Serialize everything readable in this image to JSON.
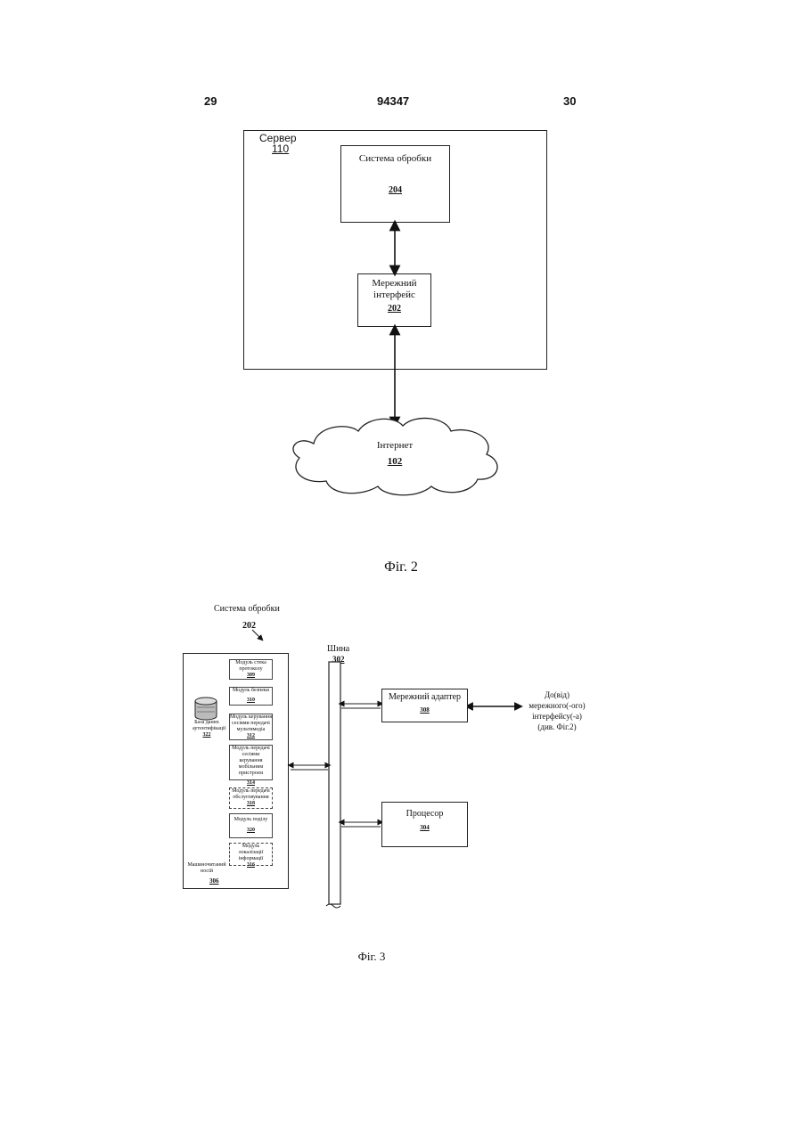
{
  "header": {
    "left": "29",
    "center": "94347",
    "right": "30"
  },
  "fig2": {
    "server_label": "Сервер",
    "server_num": "110",
    "processing_label": "Система обробки",
    "processing_num": "204",
    "netif_line1": "Мережний",
    "netif_line2": "інтерфейс",
    "netif_num": "202",
    "internet_label": "Інтернет",
    "internet_num": "102",
    "caption": "Фіг. 2"
  },
  "fig3": {
    "system_label": "Система обробки",
    "system_num": "202",
    "bus_label": "Шина",
    "bus_num": "302",
    "db_label_line1": "База даних",
    "db_label_line2": "аутентифікації",
    "db_num": "322",
    "modules": [
      {
        "label": "Модуль стека протоколу",
        "num": "309"
      },
      {
        "label": "Модуль безпеки",
        "num": "310"
      },
      {
        "label": "Модуль керування сесіями передачі мультимедіа",
        "num": "312"
      },
      {
        "label": "Модуль передачі сесіями керування мобільним пристроєм",
        "num": "314"
      },
      {
        "label": "Модуль передачі обслуговування",
        "num": "318"
      },
      {
        "label": "Модуль поділу",
        "num": "320"
      },
      {
        "label": "Модуль локалізації інформації",
        "num": "316"
      }
    ],
    "storage_label": "Машиночитаний носій",
    "storage_num": "306",
    "adapter_label": "Мережний адаптер",
    "adapter_num": "308",
    "processor_label": "Процесор",
    "processor_num": "304",
    "ext_line1": "До(від)",
    "ext_line2": "мережного(-ого)",
    "ext_line3": "інтерфейсу(-а)",
    "ext_line4": "(див. Фіг.2)",
    "caption": "Фіг. 3"
  }
}
